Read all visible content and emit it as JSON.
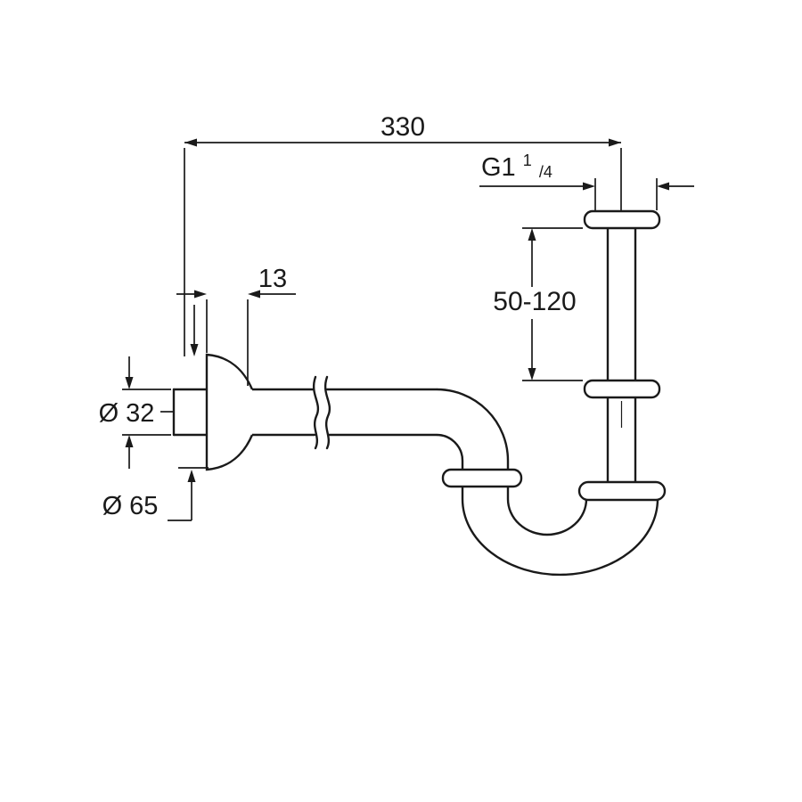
{
  "drawing": {
    "type": "technical-dimension-drawing",
    "subject": "P-trap siphon with wall flange and vertical inlet pipe",
    "colors": {
      "line": "#1a1a1a",
      "background": "#ffffff"
    }
  },
  "labels": {
    "overall_width": "330",
    "thread_base": "G1",
    "thread_sup": "1",
    "thread_sub": "/4",
    "vertical_adjust": "50-120",
    "flange_depth": "13",
    "pipe_diameter": "Ø 32",
    "flange_diameter": "Ø 65"
  }
}
